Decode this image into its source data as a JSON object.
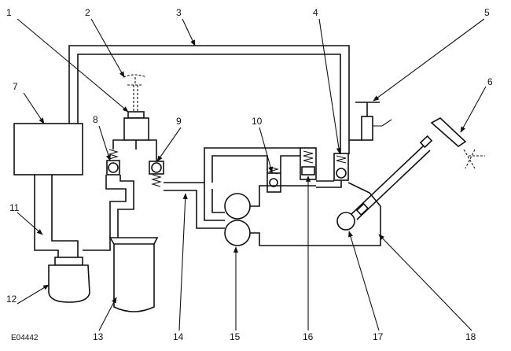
{
  "figure_id": "E04442",
  "callouts": [
    "1",
    "2",
    "3",
    "4",
    "5",
    "6",
    "7",
    "8",
    "9",
    "10",
    "11",
    "12",
    "13",
    "14",
    "15",
    "16",
    "17",
    "18"
  ]
}
